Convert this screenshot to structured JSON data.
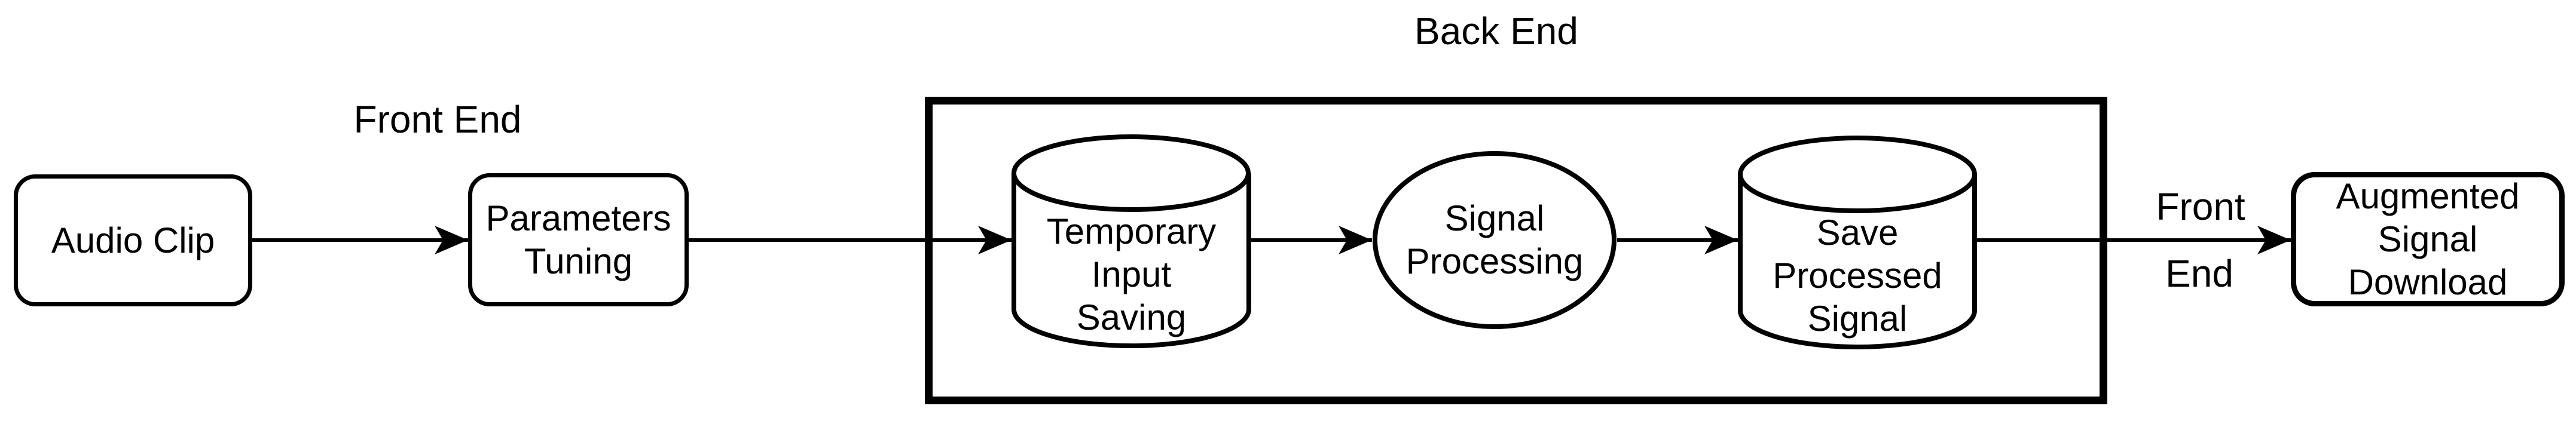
{
  "diagram": {
    "colors": {
      "ink": "#000000",
      "background": "#ffffff"
    },
    "region_labels": {
      "front_end": "Front End",
      "back_end": "Back End"
    },
    "edge_label": {
      "line1": "Front",
      "line2": "End"
    },
    "nodes": {
      "audio_clip": {
        "shape": "rounded-rectangle",
        "lines": [
          "Audio Clip"
        ]
      },
      "parameters_tuning": {
        "shape": "rounded-rectangle",
        "lines": [
          "Parameters",
          "Tuning"
        ]
      },
      "temporary_input_saving": {
        "shape": "cylinder",
        "lines": [
          "Temporary",
          "Input",
          "Saving"
        ]
      },
      "signal_processing": {
        "shape": "ellipse",
        "lines": [
          "Signal",
          "Processing"
        ]
      },
      "save_processed_signal": {
        "shape": "cylinder",
        "lines": [
          "Save",
          "Processed",
          "Signal"
        ]
      },
      "augmented_signal_download": {
        "shape": "rounded-rectangle",
        "lines": [
          "Augmented",
          "Signal",
          "Download"
        ]
      }
    },
    "edges": [
      {
        "from": "audio_clip",
        "to": "parameters_tuning"
      },
      {
        "from": "parameters_tuning",
        "to": "temporary_input_saving"
      },
      {
        "from": "temporary_input_saving",
        "to": "signal_processing"
      },
      {
        "from": "signal_processing",
        "to": "save_processed_signal"
      },
      {
        "from": "save_processed_signal",
        "to": "augmented_signal_download",
        "label": "Front End"
      }
    ],
    "regions": {
      "back_end_contains": [
        "temporary_input_saving",
        "signal_processing",
        "save_processed_signal"
      ]
    }
  }
}
